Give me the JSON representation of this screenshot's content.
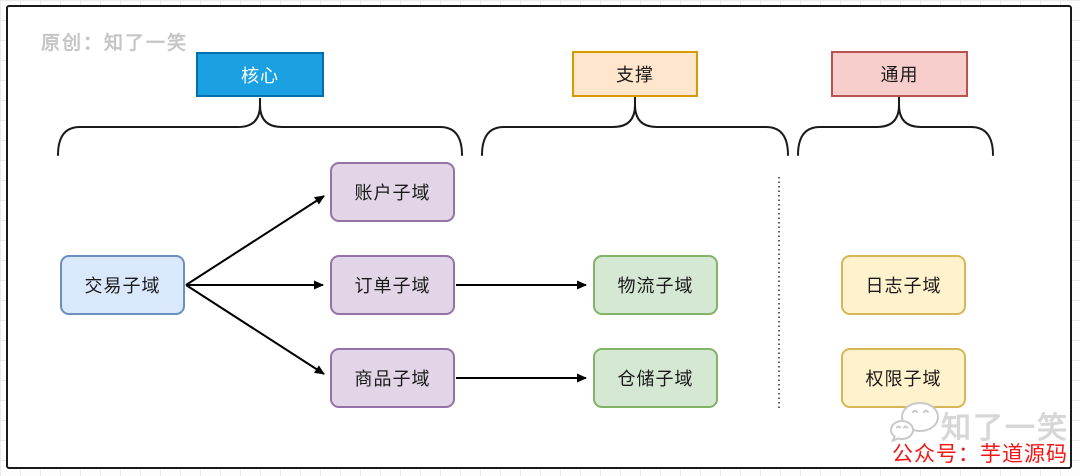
{
  "attribution": {
    "top_left": "原创：知了一笑"
  },
  "diagram": {
    "headers": [
      {
        "id": "core",
        "label": "核心",
        "fill": "#1BA1E2",
        "border": "#006EAF",
        "text_color": "#FFFFFF"
      },
      {
        "id": "support",
        "label": "支撑",
        "fill": "#FFE6CC",
        "border": "#D79B00",
        "text_color": "#1A1A1A"
      },
      {
        "id": "general",
        "label": "通用",
        "fill": "#F8CECC",
        "border": "#B85450",
        "text_color": "#1A1A1A"
      }
    ],
    "nodes": [
      {
        "id": "trade",
        "group": "core",
        "label": "交易子域",
        "fill": "#DAE8FC",
        "border": "#6C8EBF"
      },
      {
        "id": "account",
        "group": "core",
        "label": "账户子域",
        "fill": "#E1D5E7",
        "border": "#9673A6"
      },
      {
        "id": "order",
        "group": "core",
        "label": "订单子域",
        "fill": "#E1D5E7",
        "border": "#9673A6"
      },
      {
        "id": "product",
        "group": "core",
        "label": "商品子域",
        "fill": "#E1D5E7",
        "border": "#9673A6"
      },
      {
        "id": "logistics",
        "group": "support",
        "label": "物流子域",
        "fill": "#D5E8D4",
        "border": "#82B366"
      },
      {
        "id": "warehouse",
        "group": "support",
        "label": "仓储子域",
        "fill": "#D5E8D4",
        "border": "#82B366"
      },
      {
        "id": "log",
        "group": "general",
        "label": "日志子域",
        "fill": "#FFF2CC",
        "border": "#D6B656"
      },
      {
        "id": "permission",
        "group": "general",
        "label": "权限子域",
        "fill": "#FFF2CC",
        "border": "#D6B656"
      }
    ],
    "edges": [
      {
        "from": "trade",
        "to": "account"
      },
      {
        "from": "trade",
        "to": "order"
      },
      {
        "from": "trade",
        "to": "product"
      },
      {
        "from": "order",
        "to": "logistics"
      },
      {
        "from": "product",
        "to": "warehouse"
      }
    ],
    "separator": {
      "style": "dotted-vertical",
      "between": [
        "support",
        "general"
      ]
    }
  },
  "footer": {
    "brand": "知了一笑",
    "brand_color": "#D7D7D7",
    "icon": "wechat-icon",
    "subtitle": "公众号：芋道源码",
    "subtitle_color": "#F51414"
  }
}
